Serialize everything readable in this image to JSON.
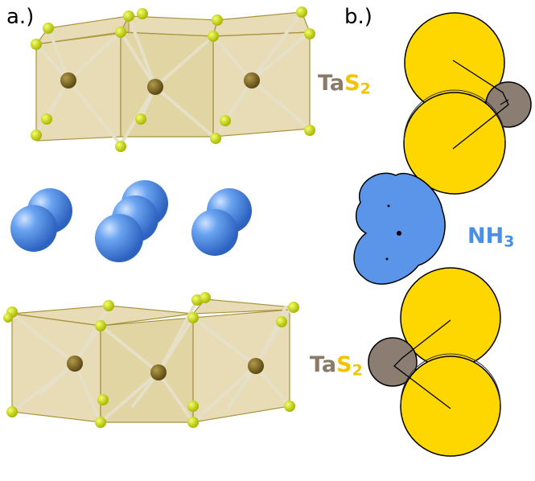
{
  "panels": {
    "a": {
      "label": "a.)"
    },
    "b": {
      "label": "b.)"
    }
  },
  "labels": {
    "tas2_top": {
      "pre": "Ta",
      "s": "S",
      "sub": "2"
    },
    "nh3": {
      "main": "NH",
      "sub": "3"
    },
    "tas2_bottom": {
      "pre": "Ta",
      "s": "S",
      "sub": "2"
    }
  },
  "colors": {
    "ta_text": "#8a7a68",
    "s_text": "#f2c300",
    "nh3_text": "#4a8fe6",
    "sulfur_atom": "#ffd700",
    "tantalum_atom": "#8b7d72",
    "ammonia": "#5b95ea",
    "octahedron_fill": "#c9b25a",
    "sulfur_ball": "#c8d400",
    "ta_ball": "#7c6a2a",
    "ammonia_ball": "#3f7fdc"
  }
}
